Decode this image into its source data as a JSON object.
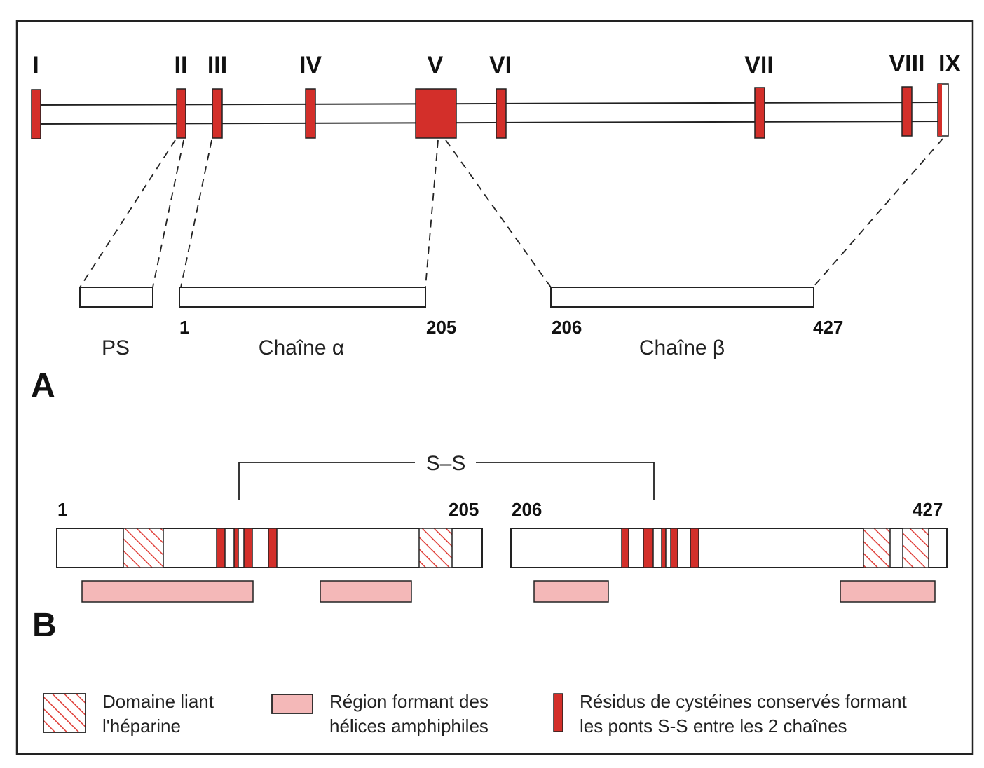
{
  "colors": {
    "exon_red": "#d32f2a",
    "amphiphilic_pink": "#f4b8b8",
    "hatch_red": "#e0403a",
    "line": "#222222"
  },
  "panel_a": {
    "label": "A",
    "exons": [
      "I",
      "II",
      "III",
      "IV",
      "V",
      "VI",
      "VII",
      "VIII",
      "IX"
    ],
    "segments": {
      "ps": "PS",
      "alpha_start": "1",
      "alpha_end": "205",
      "alpha_name": "Chaîne α",
      "beta_start": "206",
      "beta_end": "427",
      "beta_name": "Chaîne β"
    }
  },
  "panel_b": {
    "label": "B",
    "ss_bond": "S–S",
    "alpha_start": "1",
    "alpha_end": "205",
    "beta_start": "206",
    "beta_end": "427"
  },
  "legend": {
    "heparin": [
      "Domaine liant",
      "l'héparine"
    ],
    "amphiphilic": [
      "Région formant des",
      "hélices amphiphiles"
    ],
    "cysteine": [
      "Résidus de cystéines conservés formant",
      "les ponts S-S entre les 2 chaînes"
    ]
  }
}
